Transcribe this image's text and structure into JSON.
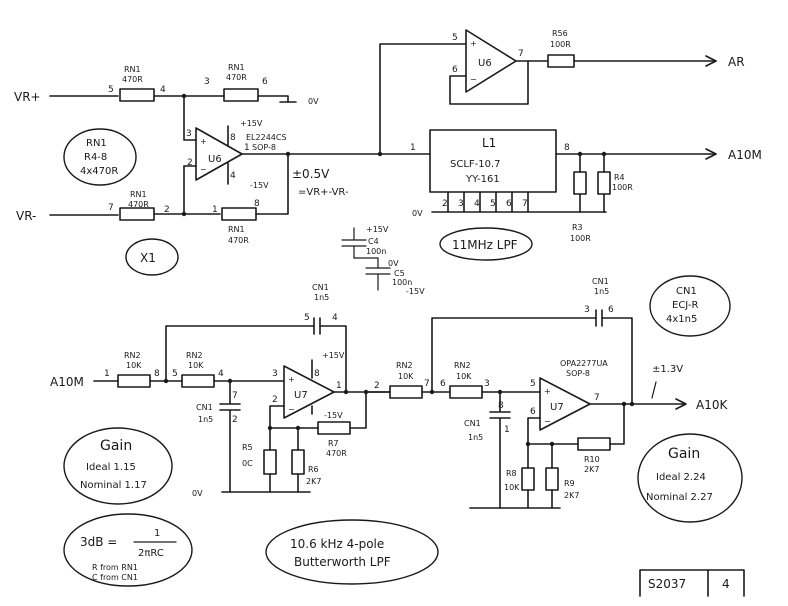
{
  "signals": {
    "vr_plus": "VR+",
    "vr_minus": "VR-",
    "ar": "AR",
    "a10m": "A10M",
    "a10m_in": "A10M",
    "a10k": "A10K",
    "ov": "0V",
    "plus15": "+15V",
    "minus15": "-15V",
    "diff_label": "±0.5V",
    "diff_expr": "=VR+-VR-",
    "out_level": "±1.3V"
  },
  "stage1": {
    "rn1": "RN1",
    "r470": "470R",
    "u6": "U6",
    "u6_part": "EL2244CS",
    "u6_pkg": "SOP-8",
    "rn56": "R56",
    "r100": "100R",
    "rn1_note": [
      "RN1",
      "R4-8",
      "4x470R"
    ],
    "x1": "X1"
  },
  "filter": {
    "l1": "L1",
    "part": "SCLF-10.7",
    "part2": "YY-161",
    "lpf_note": "11MHz LPF",
    "r4": "R4",
    "r3": "R3",
    "r100r": "100R",
    "c4": "C4",
    "c5": "C5",
    "c100n": "100n"
  },
  "stage2": {
    "rn2": "RN2",
    "r10k": "10K",
    "cn1": "CN1",
    "c1n5": "1n5",
    "u7": "U7",
    "u7_part": "OPA2277UA",
    "u7_pkg": "SOP-8",
    "r5": "R5",
    "r5_val": "0C",
    "r6": "R6",
    "r2k7": "2K7",
    "r7": "R7",
    "r470r": "470R",
    "r8": "R8",
    "r8_val": "10K",
    "r9": "R9",
    "r10": "R10",
    "cn1_note": [
      "CN1",
      "ECJ-R",
      "4x1n5"
    ]
  },
  "notes": {
    "gain1": [
      "Gain",
      "Ideal 1.15",
      "Nominal 1.17"
    ],
    "gain2": [
      "Gain",
      "Ideal 2.24",
      "Nominal 2.27"
    ],
    "formula_lhs": "3dB =",
    "formula_num": "1",
    "formula_den": "2πRC",
    "formula_r": "R from RN1",
    "formula_c": "C from CN1",
    "bw_note": [
      "10.6 kHz 4-pole",
      "Butterworth LPF"
    ]
  },
  "title_block": {
    "drawing_no": "S2037",
    "sheet": "4"
  }
}
